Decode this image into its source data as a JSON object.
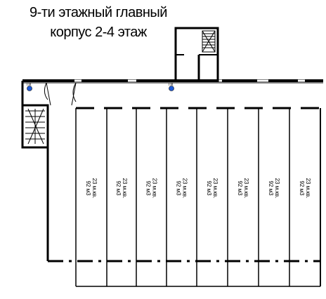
{
  "title": {
    "line1": "9-ти этажный главный",
    "line2": "корпус 2-4 этаж"
  },
  "rooms": [
    {
      "area_line": "23 м.кв.",
      "volume_line": "92 м3"
    },
    {
      "area_line": "23 м.кв.",
      "volume_line": "92 м3"
    },
    {
      "area_line": "23 м.кв.",
      "volume_line": "92 м3"
    },
    {
      "area_line": "23 м.кв.",
      "volume_line": "92 м3"
    },
    {
      "area_line": "23 м.кв.",
      "volume_line": "92 м3"
    },
    {
      "area_line": "23 м.кв.",
      "volume_line": "92 м3"
    },
    {
      "area_line": "23 м.кв.",
      "volume_line": "92 м3"
    },
    {
      "area_line": "23 м.кв.",
      "volume_line": "92 м3"
    }
  ],
  "markers": [
    {
      "label": "ПК",
      "icon": "fire-hydrant-icon"
    },
    {
      "label": "ПК",
      "icon": "fire-hydrant-icon"
    }
  ],
  "colors": {
    "wall": "#000000",
    "marker_fill": "#1e5bd8"
  }
}
